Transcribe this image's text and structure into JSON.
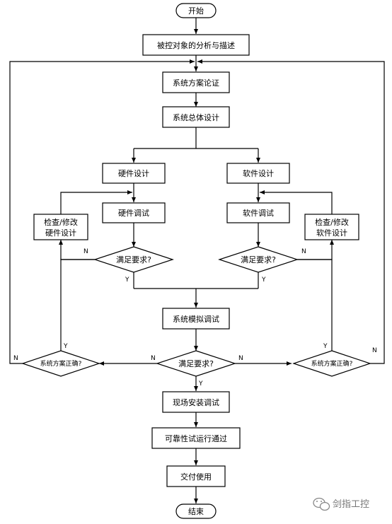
{
  "flowchart": {
    "start": "开始",
    "analyze": "被控对象的分析与描述",
    "scheme_demo": "系统方案论证",
    "overall_design": "系统总体设计",
    "hw_design": "硬件设计",
    "sw_design": "软件设计",
    "hw_debug": "硬件调试",
    "sw_debug": "软件调试",
    "hw_fix_line1": "检查/修改",
    "hw_fix_line2": "硬件设计",
    "sw_fix_line1": "检查/修改",
    "sw_fix_line2": "软件设计",
    "hw_check": "满足要求?",
    "sw_check": "满足要求?",
    "sim_debug": "系统模拟调试",
    "sim_check": "满足要求?",
    "left_scheme_check": "系统方案正确?",
    "right_scheme_check": "系统方案正确?",
    "site_install": "现场安装调试",
    "reliability": "可靠性试运行通过",
    "delivery": "交付使用",
    "end": "结束"
  },
  "branch_labels": {
    "yes": "Y",
    "no": "N"
  },
  "watermark": {
    "icon": "wechat-icon",
    "text": "剑指工控"
  }
}
